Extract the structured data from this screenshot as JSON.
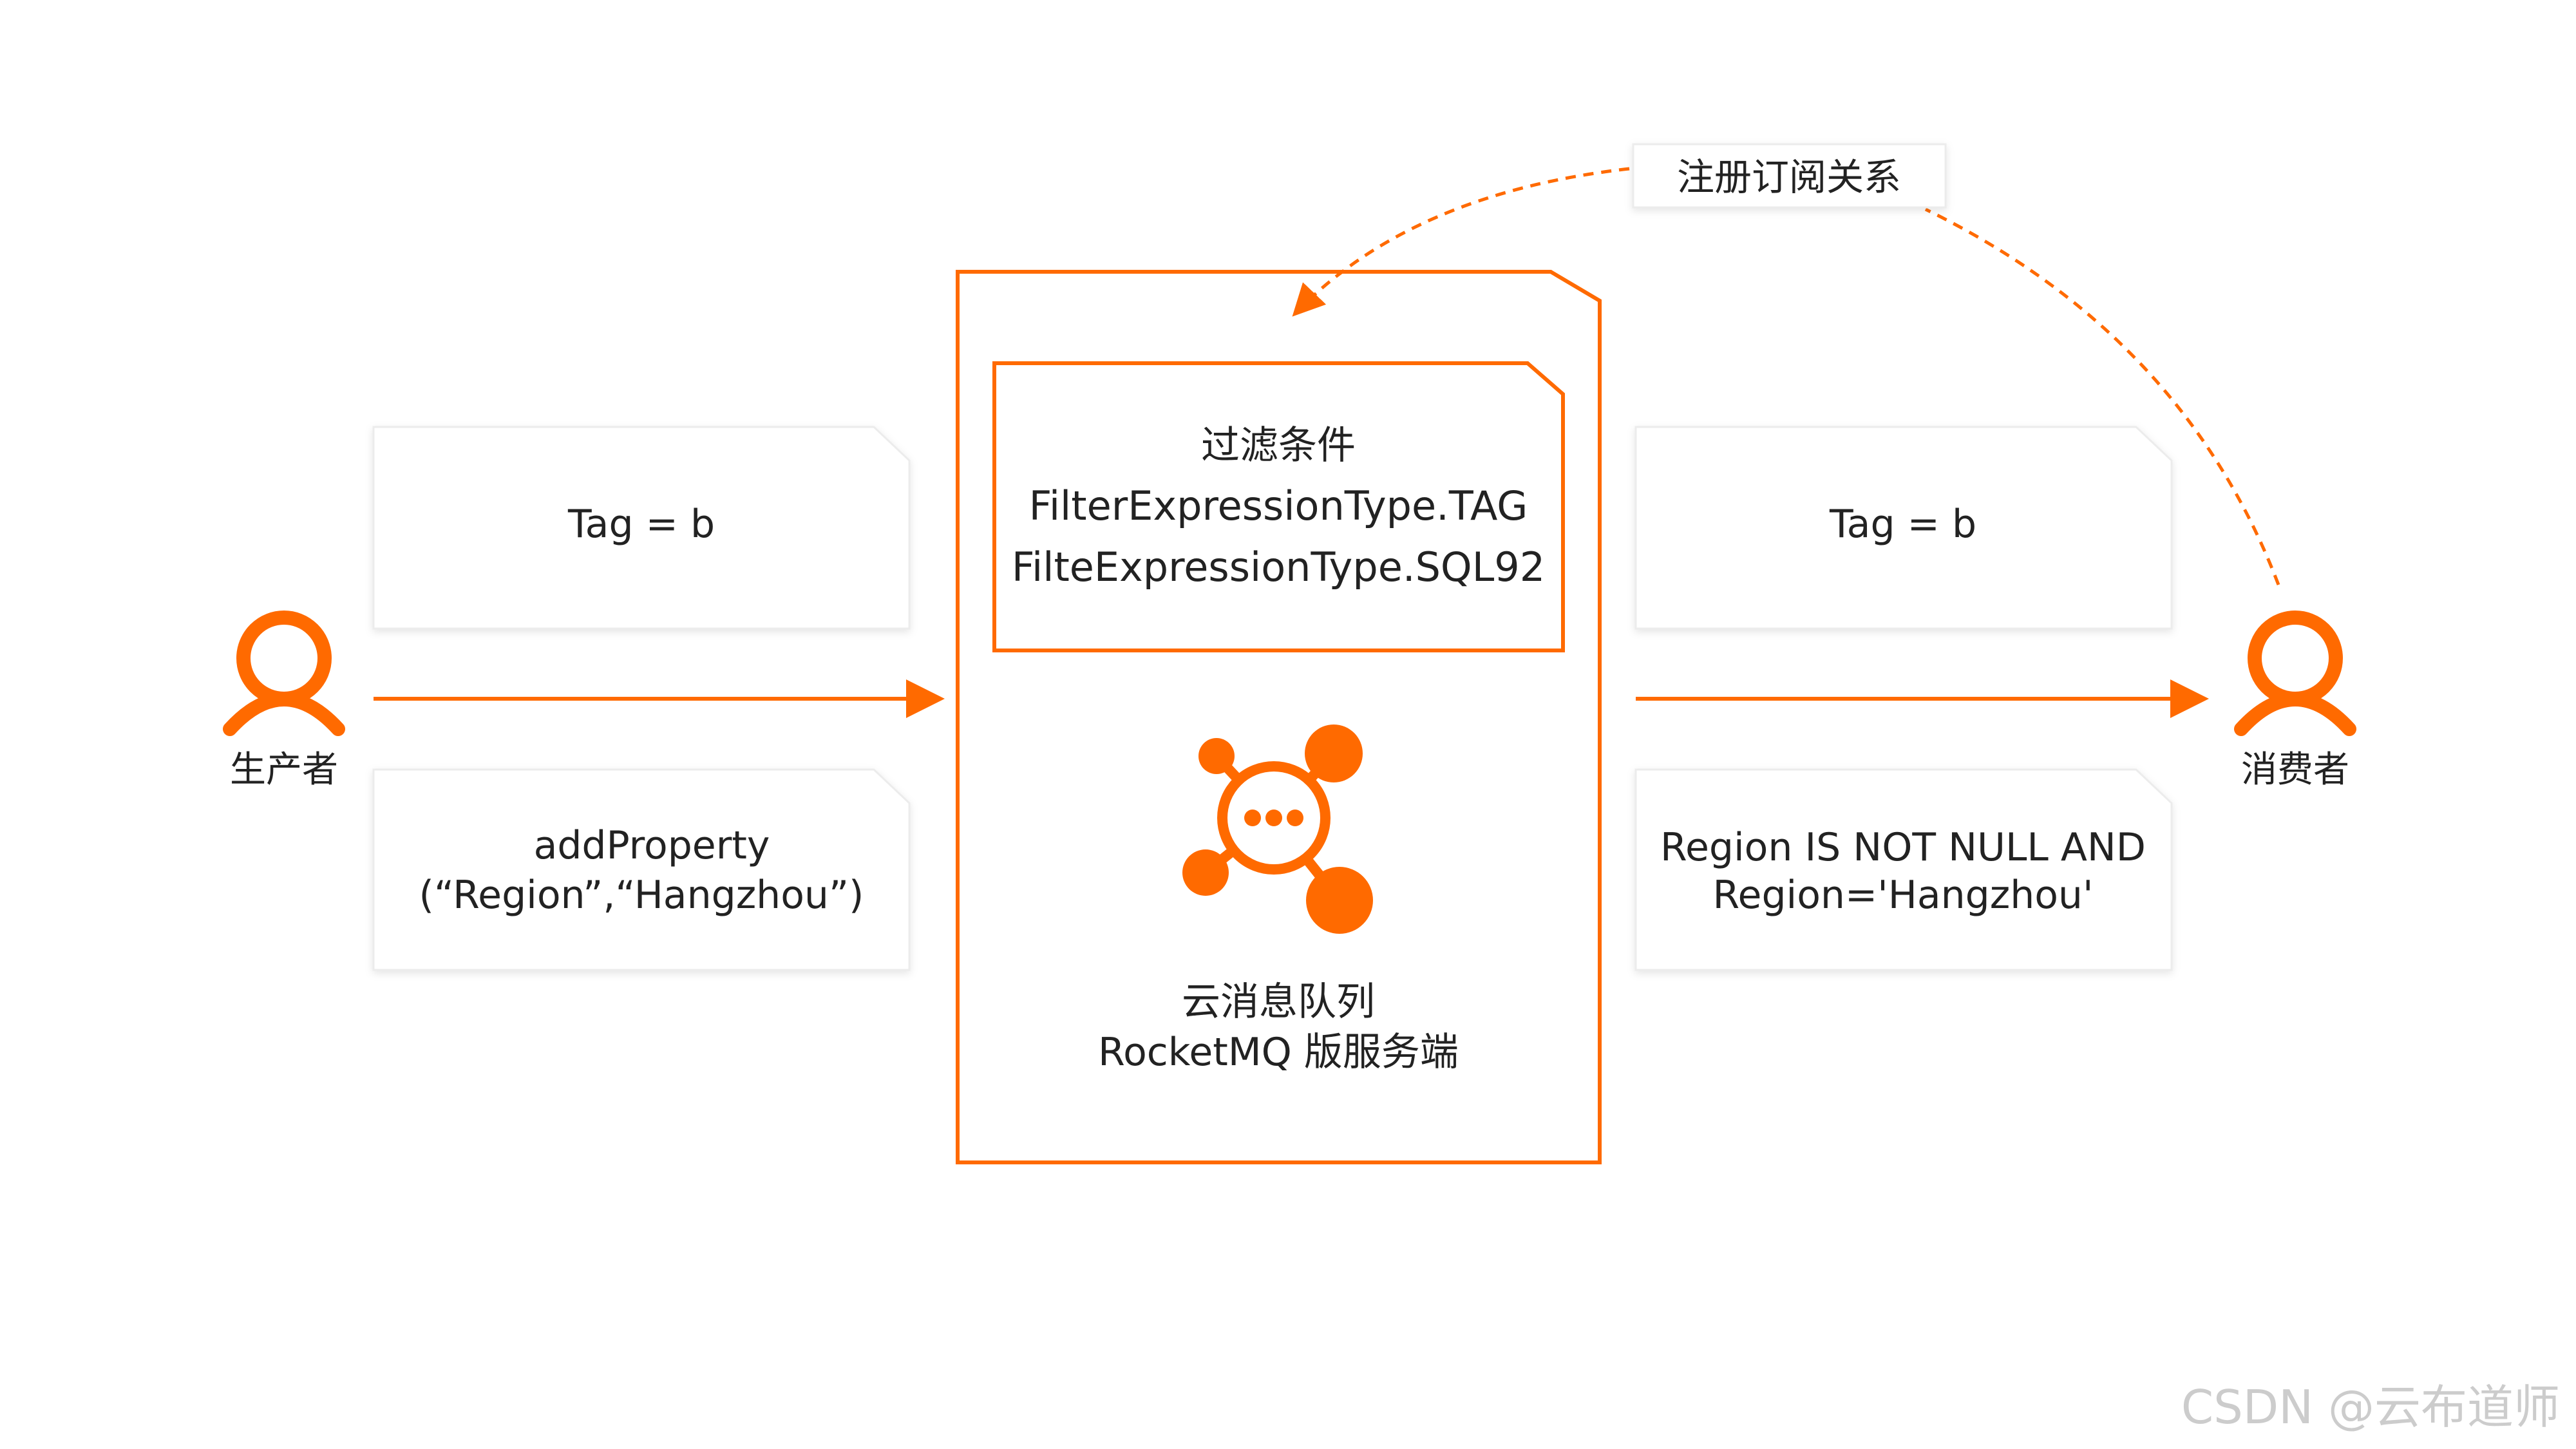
{
  "colors": {
    "accent": "#FF6A00",
    "card_fill": "#FFFFFF",
    "card_shadow": "#E6E6E6",
    "text": "#222222",
    "watermark": "#CCCCCC"
  },
  "producer": {
    "icon": "user-icon",
    "label": "生产者"
  },
  "consumer": {
    "icon": "user-icon",
    "label": "消费者"
  },
  "subscription_label": "注册订阅关系",
  "producer_cards": {
    "tag": "Tag = b",
    "property_line1": "addProperty",
    "property_line2": "(“Region”,“Hangzhou”)"
  },
  "consumer_cards": {
    "tag": "Tag = b",
    "condition_line1": "Region IS NOT NULL AND",
    "condition_line2": "Region='Hangzhou'"
  },
  "server": {
    "filter_title": "过滤条件",
    "filter_type_tag": "FilterExpressionType.TAG",
    "filter_type_sql": "FilteExpressionType.SQL92",
    "icon": "message-queue-icon",
    "name_line1": "云消息队列",
    "name_line2": "RocketMQ 版服务端"
  },
  "watermark": "CSDN @云布道师"
}
